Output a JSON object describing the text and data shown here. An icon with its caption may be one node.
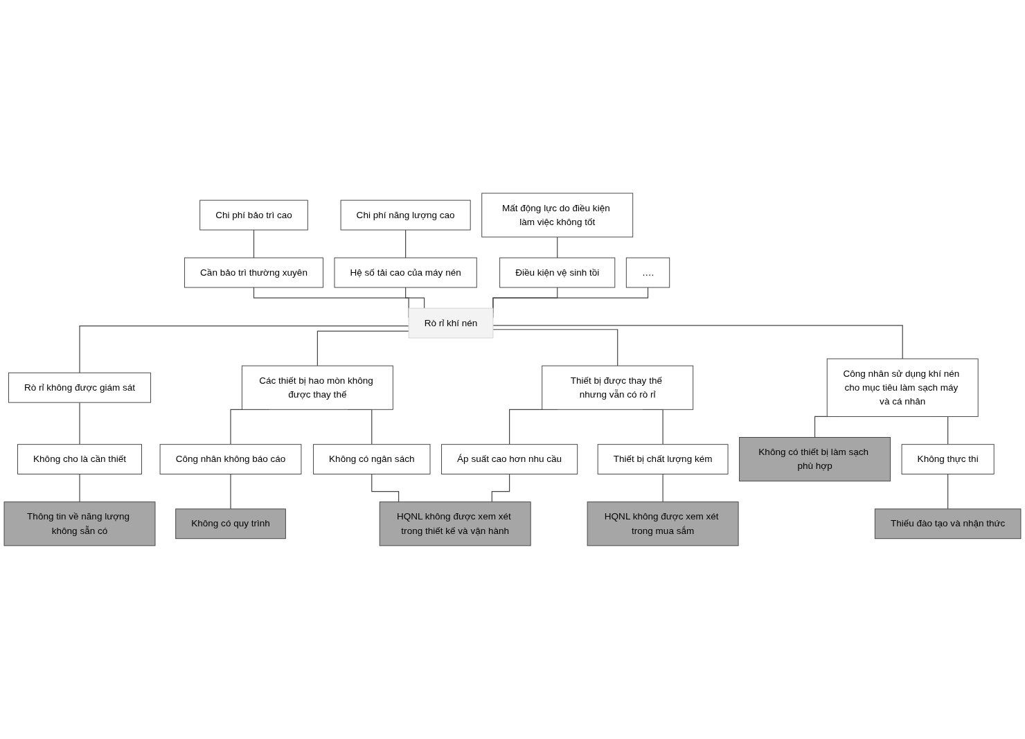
{
  "diagram": {
    "nodes": [
      {
        "text": [
          "Chi phí bảo trì cao"
        ]
      },
      {
        "text": [
          "Chi phí năng lượng cao"
        ]
      },
      {
        "text": [
          "Mất động lực do điều kiện làm việc không tốt"
        ]
      },
      {
        "text": [
          "Cần bảo trì thường xuyên"
        ]
      },
      {
        "text": [
          "Hệ số tải cao của máy nén"
        ]
      },
      {
        "text": [
          "Điều kiện vệ sinh tồi"
        ]
      },
      {
        "text": [
          "…."
        ]
      },
      {
        "text": [
          "Rò rỉ khí nén"
        ]
      },
      {
        "text": [
          "Rò rỉ không được giám sát"
        ]
      },
      {
        "text": [
          "Các thiết bị hao mòn không được thay thế"
        ]
      },
      {
        "text": [
          "Thiết bị được thay thế nhưng vẫn có rò rỉ"
        ]
      },
      {
        "text": [
          "Công nhân sử dụng khí nén cho mục tiêu làm sạch máy và cá nhân"
        ]
      },
      {
        "text": [
          "Không cho là cần thiết"
        ]
      },
      {
        "text": [
          "Không có ngân sách"
        ]
      },
      {
        "text": [
          "Thiết bị chất lượng kém"
        ]
      },
      {
        "text": [
          "Không có thiết bị làm sạch phù hợp"
        ]
      },
      {
        "text": [
          "Áp suất cao hơn nhu cầu"
        ]
      },
      {
        "text": [
          "Công nhân không báo cáo"
        ]
      },
      {
        "text": [
          "Không thực thi"
        ]
      },
      {
        "text": [
          "Không có quy trình"
        ]
      },
      {
        "text": [
          "Thông tin về năng lượng không sẵn có"
        ]
      },
      {
        "text": [
          "HQNL không được xem xét trong mua sắm"
        ]
      },
      {
        "text": [
          "HQNL không được xem xét trong thiết kế và vận hành"
        ]
      },
      {
        "text": [
          "Thiếu đào tạo và nhận thức"
        ]
      }
    ],
    "edges": [
      {
        "from": 0,
        "to": 3,
        "arrow": "none"
      },
      {
        "from": 1,
        "to": 4,
        "arrow": "none"
      },
      {
        "from": 2,
        "to": 5,
        "arrow": "none"
      },
      {
        "from": 3,
        "to": 7,
        "arrow": "none"
      },
      {
        "from": 4,
        "to": 7,
        "arrow": "none"
      },
      {
        "from": 5,
        "to": 7,
        "arrow": "none"
      },
      {
        "from": 6,
        "to": 7,
        "arrow": "none"
      },
      {
        "from": 7,
        "to": 8,
        "arrow": "none"
      },
      {
        "from": 7,
        "to": 9,
        "arrow": "none"
      },
      {
        "from": 7,
        "to": 10,
        "arrow": "none"
      },
      {
        "from": 7,
        "to": 11,
        "arrow": "none"
      },
      {
        "from": 8,
        "to": 12,
        "arrow": "none"
      },
      {
        "from": 12,
        "to": 20,
        "arrow": "none"
      },
      {
        "from": 9,
        "to": 17,
        "arrow": "none"
      },
      {
        "from": 9,
        "to": 13,
        "arrow": "none"
      },
      {
        "from": 17,
        "to": 19,
        "arrow": "none"
      },
      {
        "from": 13,
        "to": 22,
        "arrow": "none"
      },
      {
        "from": 10,
        "to": 16,
        "arrow": "none"
      },
      {
        "from": 16,
        "to": 22,
        "arrow": "none"
      },
      {
        "from": 10,
        "to": 14,
        "arrow": "none"
      },
      {
        "from": 14,
        "to": 21,
        "arrow": "none"
      },
      {
        "from": 11,
        "to": 15,
        "arrow": "none"
      },
      {
        "from": 11,
        "to": 18,
        "arrow": "none"
      },
      {
        "from": 18,
        "to": 23,
        "arrow": "none"
      }
    ]
  }
}
